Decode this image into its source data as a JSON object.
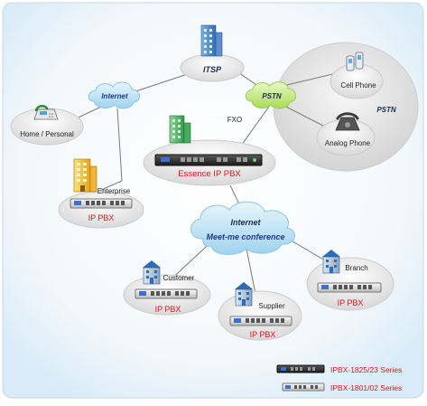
{
  "nodes": {
    "itsp": "ITSP",
    "internet_top": "Internet",
    "pstn_cloud": "PSTN",
    "pstn_region": "PSTN",
    "cell_phone": "Cell Phone",
    "analog_phone": "Analog Phone",
    "home": "Home / Personal",
    "fxo": "FXO",
    "essence": "Essence IP PBX",
    "enterprise": "Enterprise",
    "enterprise_pbx": "IP PBX",
    "internet_center": "Internet",
    "meetme": "Meet-me conference",
    "customer": "Customer",
    "customer_pbx": "IP PBX",
    "supplier": "Supplier",
    "supplier_pbx": "IP PBX",
    "branch": "Branch",
    "branch_pbx": "IP PBX"
  },
  "legend": [
    {
      "label": "IPBX-1825/23 Series",
      "style": "dark"
    },
    {
      "label": "IPBX-1801/02 Series",
      "style": "light"
    }
  ],
  "colors": {
    "accent_red": "#e3161c",
    "navy": "#1f3a8a",
    "cloud_blue": "#bfe3f5",
    "cloud_green": "#c7ec8a"
  }
}
